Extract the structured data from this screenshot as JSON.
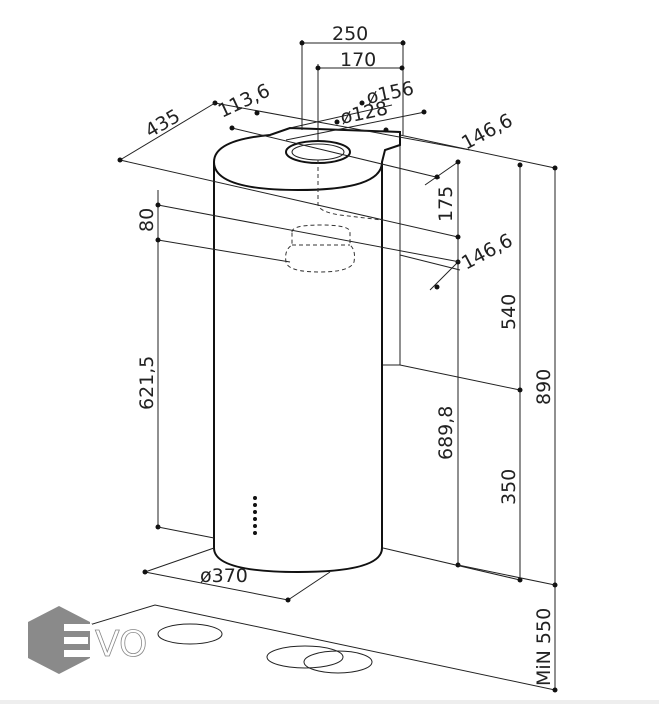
{
  "logo": {
    "text": "EVO",
    "color": "#8a8a8a"
  },
  "dimensions": {
    "top_width": "250",
    "top_inner_width": "170",
    "outlet_outer_diameter": "ø156",
    "outlet_inner_diameter": "ø128",
    "side_offset": "113,6",
    "depth": "435",
    "right_offset_top": "146,6",
    "right_offset_mid": "146,6",
    "duct_height": "175",
    "collar_height": "80",
    "body_height_left": "621,5",
    "body_height_right": "689,8",
    "upper_height": "540",
    "total_height": "890",
    "lower_height": "350",
    "diameter": "ø370",
    "min_distance": "MiN 550"
  }
}
